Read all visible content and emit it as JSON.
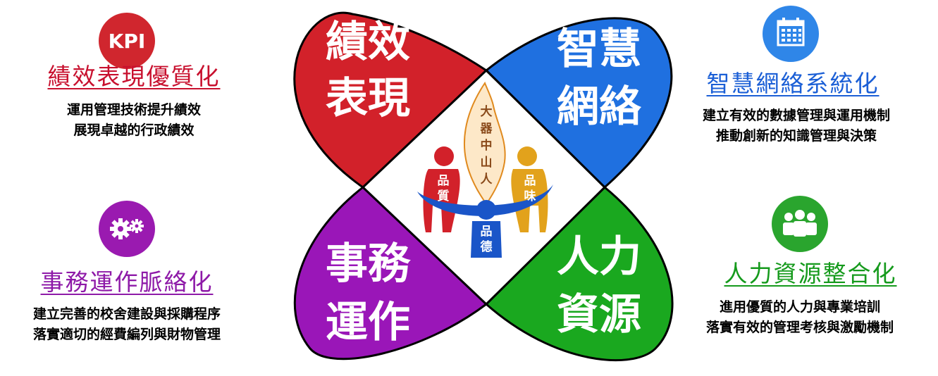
{
  "petals": {
    "top_left": {
      "line1": "績效",
      "line2": "表現",
      "color": "#d2212a"
    },
    "top_right": {
      "line1": "智慧",
      "line2": "網絡",
      "color": "#1f70e0"
    },
    "bottom_left": {
      "line1": "事務",
      "line2": "運作",
      "color": "#9a16b8"
    },
    "bottom_right": {
      "line1": "人力",
      "line2": "資源",
      "color": "#1aa81f"
    }
  },
  "center_logo": {
    "flame_text": "大器中山人",
    "red_figure": "品質",
    "yellow_figure": "品味",
    "blue_figure": "品德"
  },
  "sections": {
    "kpi": {
      "icon": "kpi-icon",
      "icon_text": "KPI",
      "color": "#c8102e",
      "title": "績效表現優質化",
      "line1": "運用管理技術提升績效",
      "line2": "展現卓越的行政績效"
    },
    "network": {
      "icon": "calendar-icon",
      "color": "#1b5fd6",
      "title": "智慧網絡系統化",
      "line1": "建立有效的數據管理與運用機制",
      "line2": "推動創新的知識管理與決策"
    },
    "affairs": {
      "icon": "gears-icon",
      "color": "#8e1aa8",
      "title": "事務運作脈絡化",
      "line1": "建立完善的校舍建設與採購程序",
      "line2": "落實適切的經費編列與財物管理"
    },
    "hr": {
      "icon": "team-icon",
      "color": "#159a1c",
      "title": "人力資源整合化",
      "line1": "進用優質的人力與專業培訓",
      "line2": "落實有效的管理考核與激勵機制"
    }
  }
}
